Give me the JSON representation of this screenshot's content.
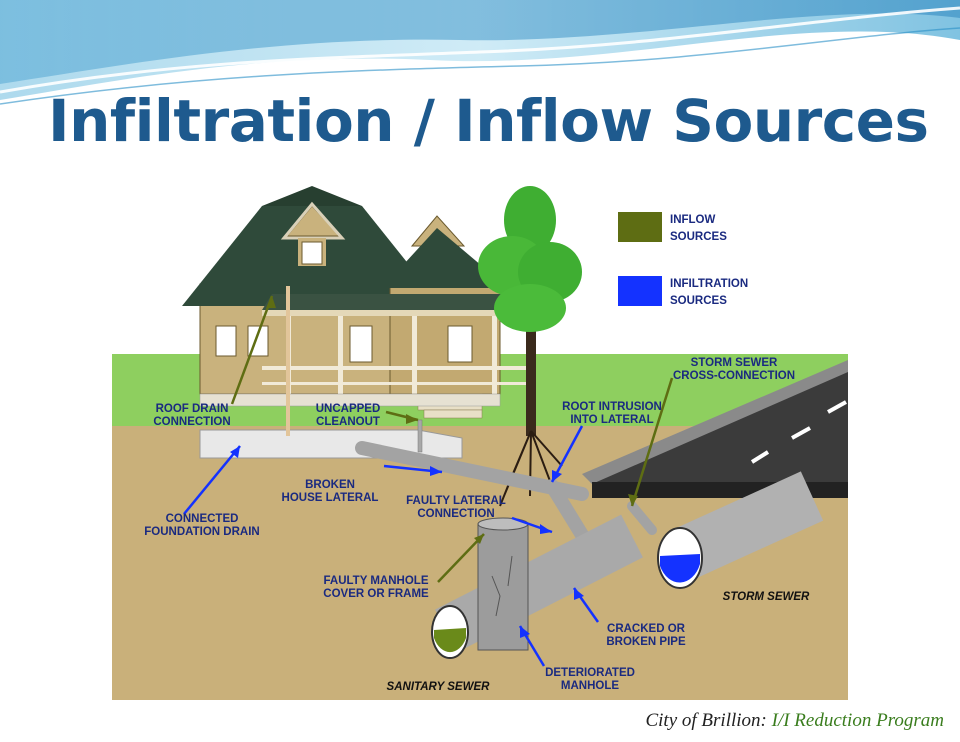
{
  "slide": {
    "title": "Infiltration / Inflow Sources",
    "footer_city": "City of Brillion:",
    "footer_program": "I/I Reduction Program"
  },
  "legend": {
    "inflow": {
      "line1": "INFLOW",
      "line2": "SOURCES",
      "color": "#5e6d13"
    },
    "infiltration": {
      "line1": "INFILTRATION",
      "line2": "SOURCES",
      "color": "#1432ff"
    }
  },
  "labels": {
    "roof_drain": {
      "line1": "ROOF DRAIN",
      "line2": "CONNECTION",
      "type": "inflow"
    },
    "uncapped_cleanout": {
      "line1": "UNCAPPED",
      "line2": "CLEANOUT",
      "type": "inflow"
    },
    "root_intrusion": {
      "line1": "ROOT INTRUSION",
      "line2": "INTO LATERAL",
      "type": "infiltration"
    },
    "storm_cross": {
      "line1": "STORM SEWER",
      "line2": "CROSS-CONNECTION",
      "type": "inflow"
    },
    "broken_lateral": {
      "line1": "BROKEN",
      "line2": "HOUSE LATERAL",
      "type": "infiltration"
    },
    "connected_foundation": {
      "line1": "CONNECTED",
      "line2": "FOUNDATION DRAIN",
      "type": "infiltration"
    },
    "faulty_lateral": {
      "line1": "FAULTY LATERAL",
      "line2": "CONNECTION",
      "type": "infiltration"
    },
    "faulty_manhole": {
      "line1": "FAULTY MANHOLE",
      "line2": "COVER OR FRAME",
      "type": "inflow"
    },
    "cracked_pipe": {
      "line1": "CRACKED OR",
      "line2": "BROKEN PIPE",
      "type": "infiltration"
    },
    "deteriorated_manhole": {
      "line1": "DETERIORATED",
      "line2": "MANHOLE",
      "type": "infiltration"
    },
    "storm_sewer": {
      "line1": "STORM SEWER"
    },
    "sanitary_sewer": {
      "line1": "SANITARY SEWER"
    }
  },
  "colors": {
    "title": "#1e5a8e",
    "label_text": "#1a2a80",
    "inflow_arrow": "#5e6d13",
    "infiltration_arrow": "#1432ff",
    "ground": "#c9b07a",
    "grass": "#8ecf5f",
    "footer_program": "#3a7d1e"
  }
}
